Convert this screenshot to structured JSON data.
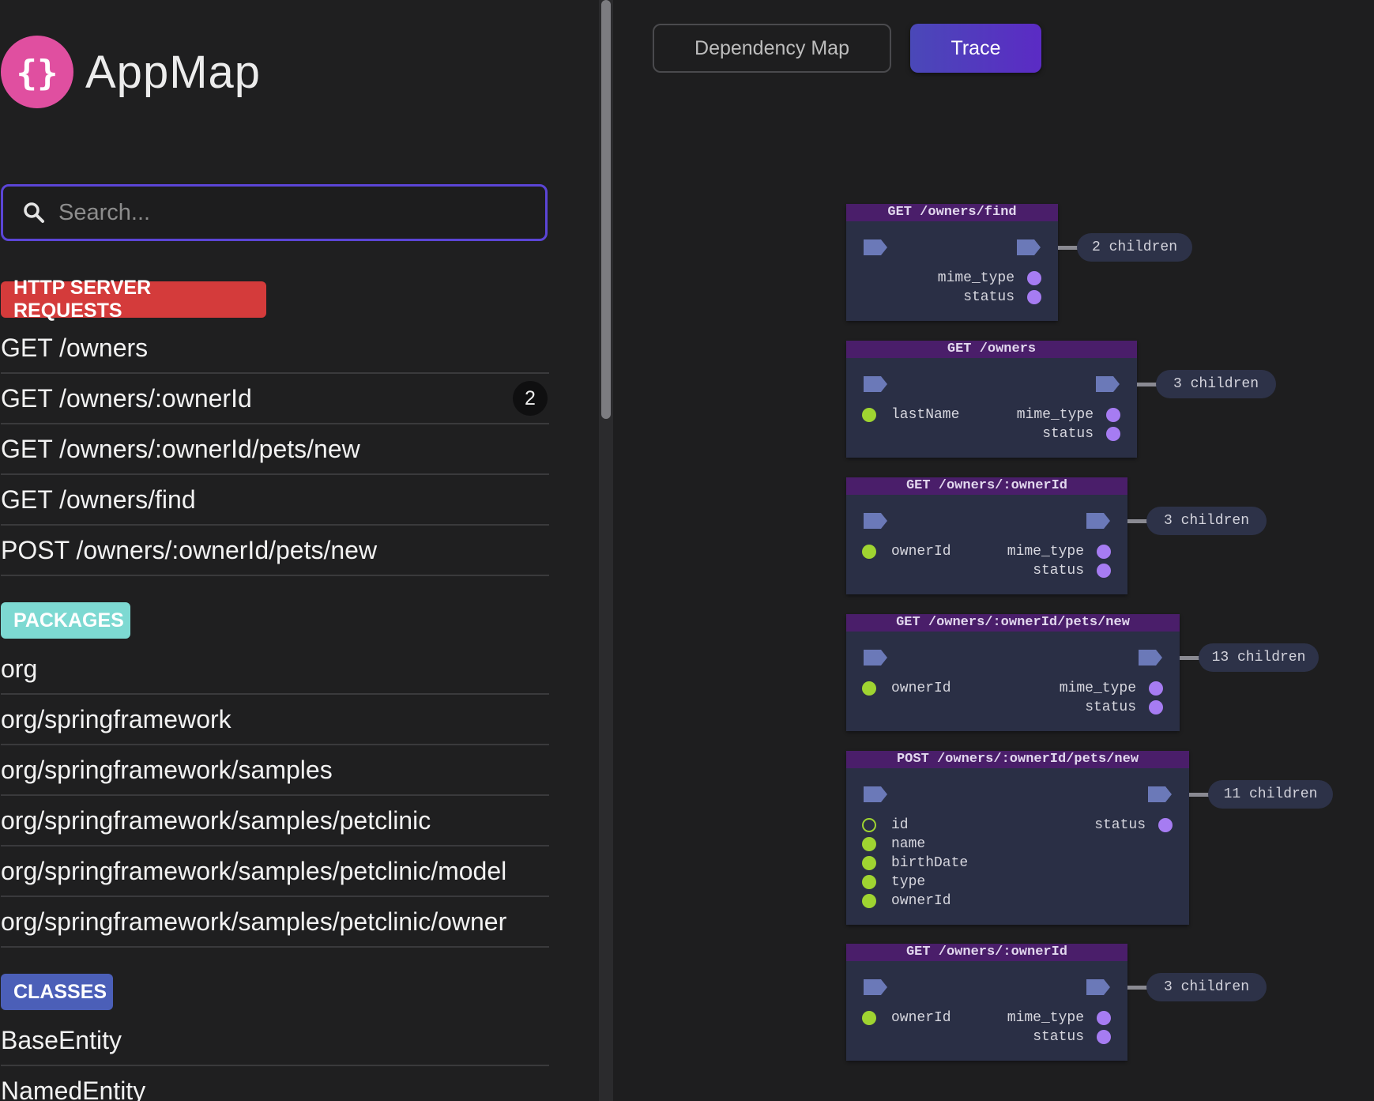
{
  "app": {
    "title": "AppMap"
  },
  "search": {
    "placeholder": "Search..."
  },
  "sections": {
    "http": {
      "label": "HTTP SERVER REQUESTS",
      "color": "#d43b3b",
      "items": [
        {
          "label": "GET /owners",
          "count": ""
        },
        {
          "label": "GET /owners/:ownerId",
          "count": "2"
        },
        {
          "label": "GET /owners/:ownerId/pets/new",
          "count": ""
        },
        {
          "label": "GET /owners/find",
          "count": ""
        },
        {
          "label": "POST /owners/:ownerId/pets/new",
          "count": ""
        }
      ]
    },
    "packages": {
      "label": "PACKAGES",
      "color": "#7dd9d2",
      "items": [
        {
          "label": "org"
        },
        {
          "label": "org/springframework"
        },
        {
          "label": "org/springframework/samples"
        },
        {
          "label": "org/springframework/samples/petclinic"
        },
        {
          "label": "org/springframework/samples/petclinic/model"
        },
        {
          "label": "org/springframework/samples/petclinic/owner"
        }
      ]
    },
    "classes": {
      "label": "CLASSES",
      "color": "#4b5fb8",
      "items": [
        {
          "label": "BaseEntity"
        },
        {
          "label": "NamedEntity"
        }
      ]
    }
  },
  "toolbar": {
    "dependency_map": "Dependency Map",
    "trace": "Trace"
  },
  "trace_nodes": [
    {
      "title": "GET /owners/find",
      "inputs": [],
      "outputs": [
        "mime_type",
        "status"
      ],
      "children": "2 children"
    },
    {
      "title": "GET /owners",
      "inputs": [
        {
          "name": "lastName",
          "filled": true
        }
      ],
      "outputs": [
        "mime_type",
        "status"
      ],
      "children": "3 children"
    },
    {
      "title": "GET /owners/:ownerId",
      "inputs": [
        {
          "name": "ownerId",
          "filled": true
        }
      ],
      "outputs": [
        "mime_type",
        "status"
      ],
      "children": "3 children"
    },
    {
      "title": "GET /owners/:ownerId/pets/new",
      "inputs": [
        {
          "name": "ownerId",
          "filled": true
        }
      ],
      "outputs": [
        "mime_type",
        "status"
      ],
      "children": "13 children"
    },
    {
      "title": "POST /owners/:ownerId/pets/new",
      "inputs": [
        {
          "name": "id",
          "filled": false
        },
        {
          "name": "name",
          "filled": true
        },
        {
          "name": "birthDate",
          "filled": true
        },
        {
          "name": "type",
          "filled": true
        },
        {
          "name": "ownerId",
          "filled": true
        }
      ],
      "outputs": [
        "status"
      ],
      "children": "11 children"
    },
    {
      "title": "GET /owners/:ownerId",
      "inputs": [
        {
          "name": "ownerId",
          "filled": true
        }
      ],
      "outputs": [
        "mime_type",
        "status"
      ],
      "children": "3 children"
    }
  ],
  "colors": {
    "accent": "#5b45d6",
    "logo": "#e04fa0",
    "input_dot": "#9fd431",
    "output_dot": "#a67cf2",
    "node_header": "#4a1e6a"
  }
}
